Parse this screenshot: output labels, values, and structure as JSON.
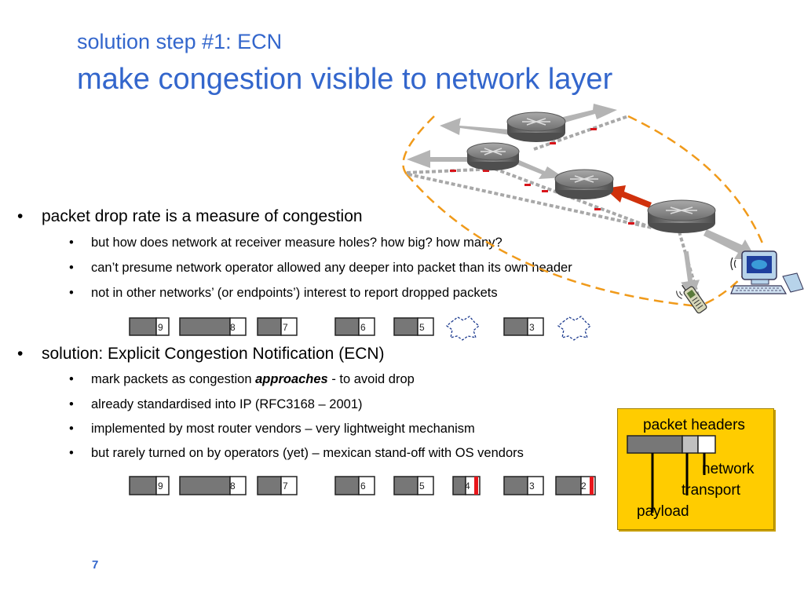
{
  "slide": {
    "title_small": "solution step #1: ECN",
    "title_large": "make congestion visible to network layer",
    "page_number": "7"
  },
  "bullets": [
    {
      "text": "packet drop rate is a measure of congestion",
      "sub": [
        "but how does network at receiver measure holes? how big? how many?",
        "can’t presume network operator allowed any deeper into packet than its own header",
        "not in other networks’ (or endpoints’) interest to report dropped packets"
      ]
    },
    {
      "text": "solution: Explicit Congestion Notification (ECN)",
      "sub_em_prefix": "mark packets as congestion ",
      "sub_em_word": "approaches",
      "sub_em_suffix": " - to avoid drop",
      "sub": [
        "already standardised into IP (RFC3168 – 2001)",
        "implemented by most router vendors – very lightweight mechanism",
        "but rarely turned on by operators (yet) – mexican stand-off with OS vendors"
      ]
    }
  ],
  "packet_rows": {
    "drop_row": [
      "9",
      "8",
      "7",
      "6",
      "5",
      "3"
    ],
    "ecn_row": [
      "9",
      "8",
      "7",
      "6",
      "5",
      "4",
      "3",
      "2"
    ]
  },
  "legend": {
    "heading": "packet headers",
    "network": "network",
    "transport": "transport",
    "payload": "payload"
  },
  "colors": {
    "title": "#3366cc",
    "legend_bg": "#ffcc00",
    "ecn_mark": "#e8161b",
    "arrow_congested": "#d0310c",
    "path_dash": "#f09a1a"
  },
  "icons": [
    "router-icon",
    "desktop-computer-icon",
    "mobile-phone-icon",
    "dropped-packet-icon"
  ]
}
